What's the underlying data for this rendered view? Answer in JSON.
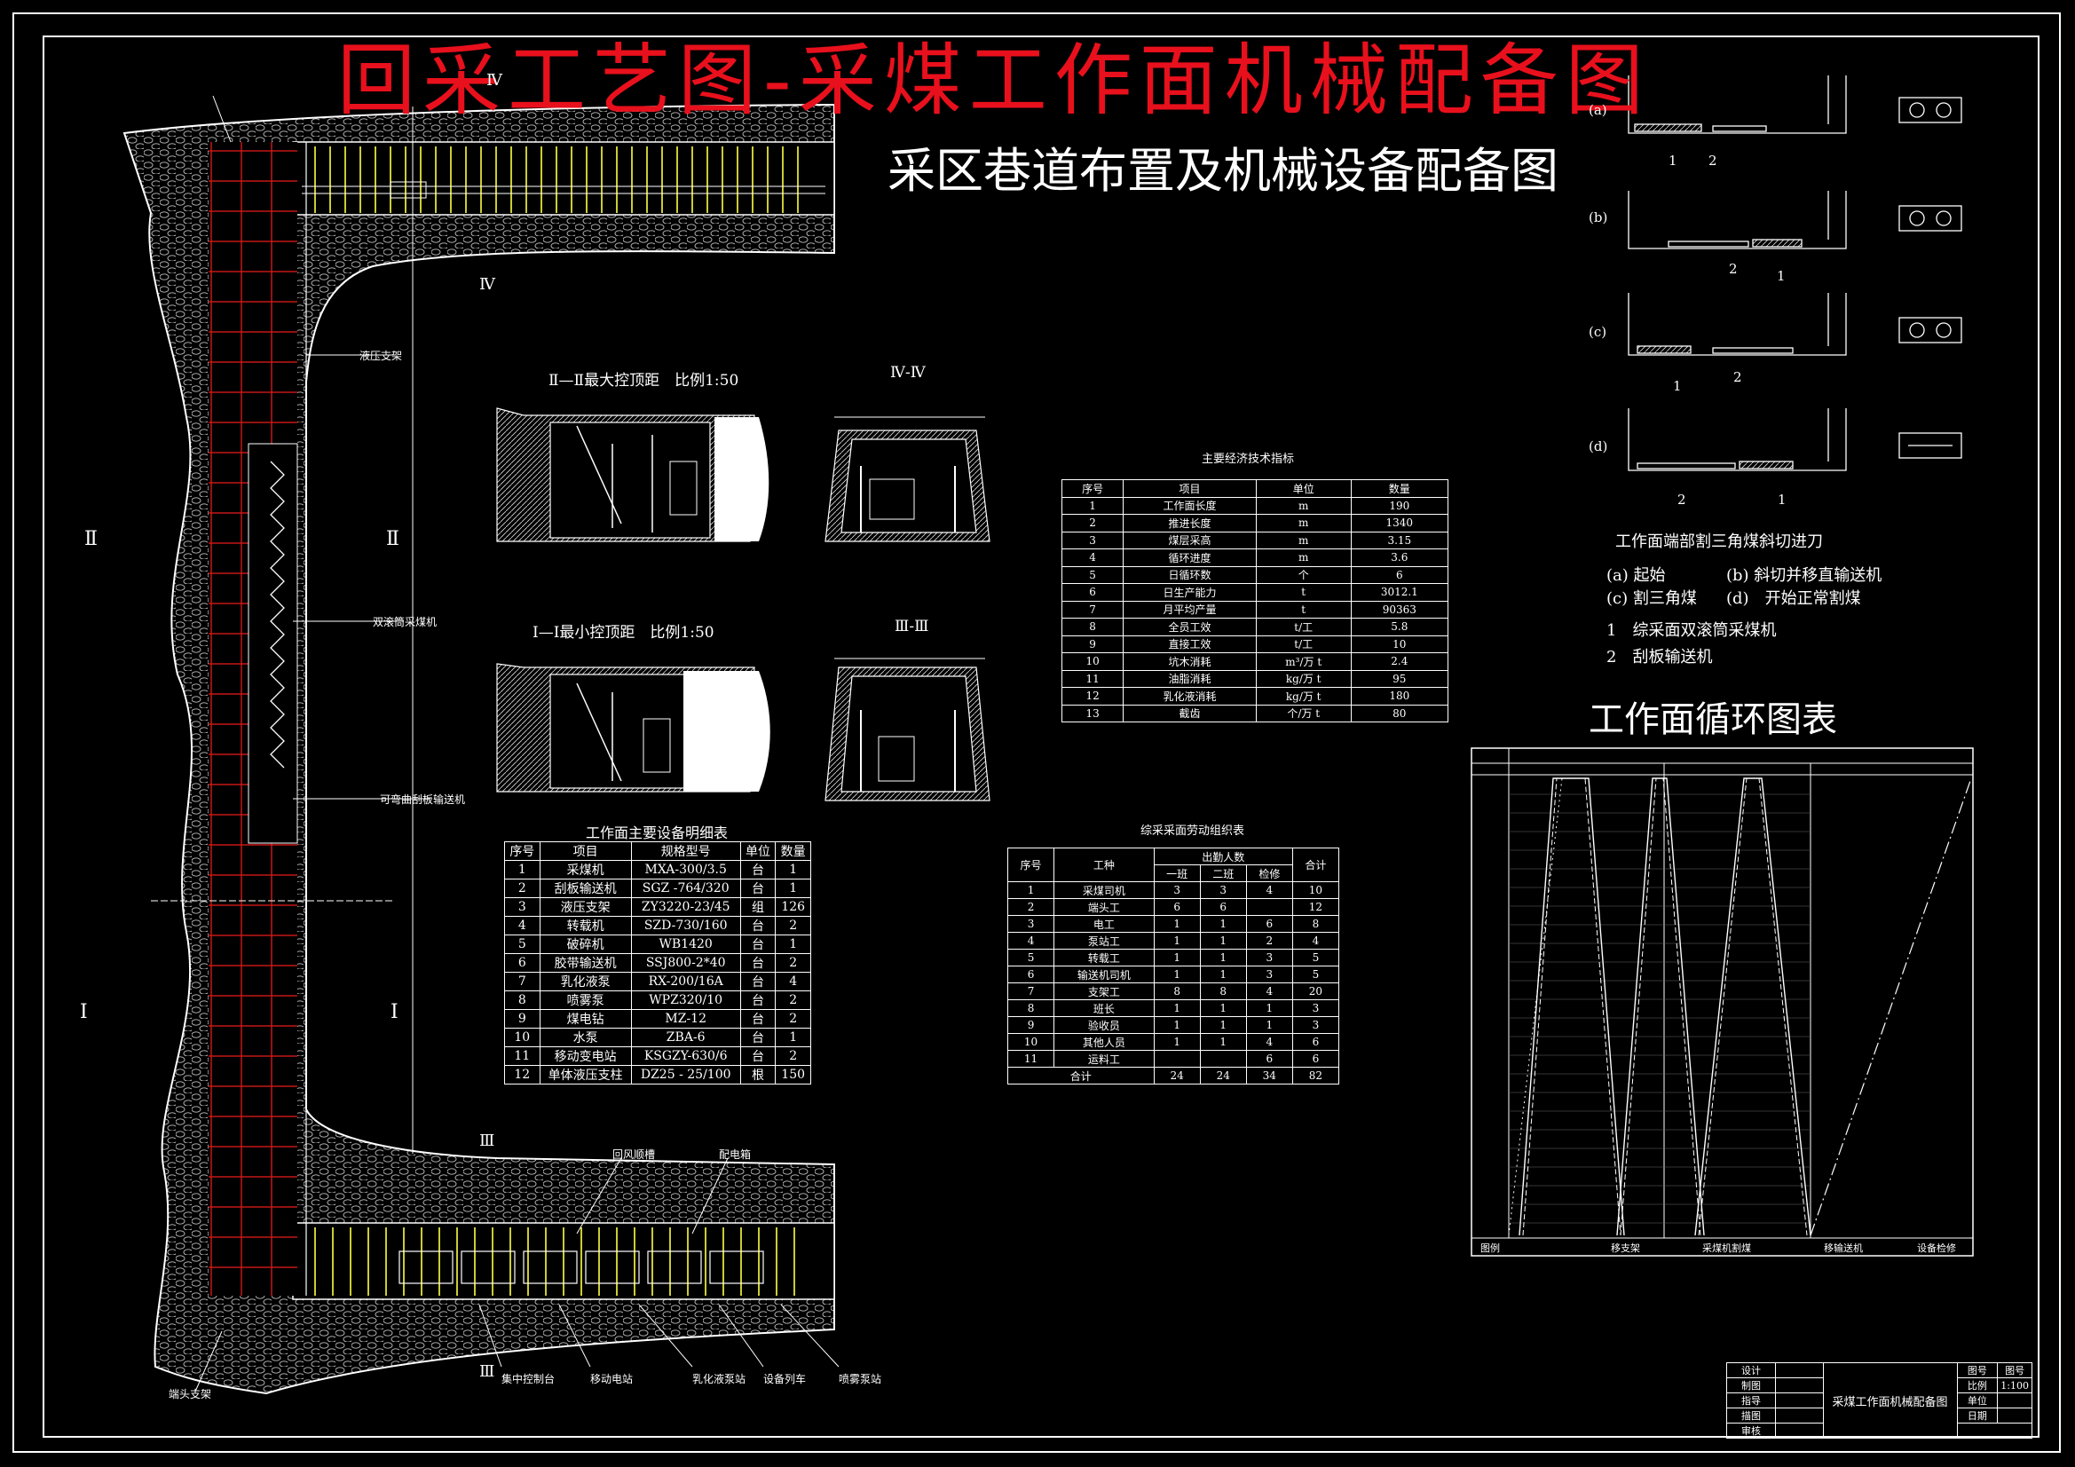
{
  "titles": {
    "main": "回采工艺图-采煤工作面机械配备图",
    "sub": "采区巷道布置及机械设备配备图",
    "cycle": "工作面循环图表"
  },
  "section_captions": {
    "max_span": "Ⅱ—Ⅱ最大控顶距　比例1:50",
    "min_span": "Ⅰ—Ⅰ最小控顶距　比例1:50",
    "sec4": "Ⅳ-Ⅳ",
    "sec3": "Ⅲ-Ⅲ"
  },
  "section_marks": {
    "IV_top": "Ⅳ",
    "IV_mid": "Ⅳ",
    "II_left": "Ⅱ",
    "II_right": "Ⅱ",
    "I_left": "Ⅰ",
    "I_right": "Ⅰ",
    "III_mid": "Ⅲ",
    "III_bot": "Ⅲ"
  },
  "labels": {
    "end_support": "端头支架",
    "hydraulic_support": "液压支架",
    "shearer": "双滚筒采煤机",
    "conveyor": "可弯曲刮板输送机",
    "return_air": "回风顺槽",
    "switch": "配电箱",
    "control_room": "集中控制台",
    "mobile_station": "移动电站",
    "emulsion_pump": "乳化液泵站",
    "equipment_train": "设备列车",
    "spray_pump": "喷雾泵站"
  },
  "end_cut": {
    "caption": "工作面端部割三角煤斜切进刀",
    "steps": [
      "(a)",
      "(b)",
      "(c)",
      "(d)"
    ],
    "legend": [
      "(a) 起始",
      "(b) 斜切并移直输送机",
      "(c) 割三角煤",
      "(d)　开始正常割煤",
      "1　综采面双滚筒采煤机",
      "2　刮板输送机"
    ],
    "n1": "1",
    "n2": "2"
  },
  "equipment_table": {
    "caption": "工作面主要设备明细表",
    "headers": [
      "序号",
      "项目",
      "规格型号",
      "单位",
      "数量"
    ],
    "rows": [
      [
        "1",
        "采煤机",
        "MXA-300/3.5",
        "台",
        "1"
      ],
      [
        "2",
        "刮板输送机",
        "SGZ -764/320",
        "台",
        "1"
      ],
      [
        "3",
        "液压支架",
        "ZY3220-23/45",
        "组",
        "126"
      ],
      [
        "4",
        "转载机",
        "SZD-730/160",
        "台",
        "2"
      ],
      [
        "5",
        "破碎机",
        "WB1420",
        "台",
        "1"
      ],
      [
        "6",
        "胶带输送机",
        "SSJ800-2*40",
        "台",
        "2"
      ],
      [
        "7",
        "乳化液泵",
        "RX-200/16A",
        "台",
        "4"
      ],
      [
        "8",
        "喷雾泵",
        "WPZ320/10",
        "台",
        "2"
      ],
      [
        "9",
        "煤电钻",
        "MZ-12",
        "台",
        "2"
      ],
      [
        "10",
        "水泵",
        "ZBA-6",
        "台",
        "1"
      ],
      [
        "11",
        "移动变电站",
        "KSGZY-630/6",
        "台",
        "2"
      ],
      [
        "12",
        "单体液压支柱",
        "DZ25 - 25/100",
        "根",
        "150"
      ]
    ]
  },
  "tech_table": {
    "caption": "主要经济技术指标",
    "headers": [
      "序号",
      "项目",
      "单位",
      "数量"
    ],
    "rows": [
      [
        "1",
        "工作面长度",
        "m",
        "190"
      ],
      [
        "2",
        "推进长度",
        "m",
        "1340"
      ],
      [
        "3",
        "煤层采高",
        "m",
        "3.15"
      ],
      [
        "4",
        "循环进度",
        "m",
        "3.6"
      ],
      [
        "5",
        "日循环数",
        "个",
        "6"
      ],
      [
        "6",
        "日生产能力",
        "t",
        "3012.1"
      ],
      [
        "7",
        "月平均产量",
        "t",
        "90363"
      ],
      [
        "8",
        "全员工效",
        "t/工",
        "5.8"
      ],
      [
        "9",
        "直接工效",
        "t/工",
        "10"
      ],
      [
        "10",
        "坑木消耗",
        "m³/万 t",
        "2.4"
      ],
      [
        "11",
        "油脂消耗",
        "kg/万 t",
        "95"
      ],
      [
        "12",
        "乳化液消耗",
        "kg/万 t",
        "180"
      ],
      [
        "13",
        "截齿",
        "个/万 t",
        "80"
      ]
    ]
  },
  "labor_table": {
    "caption": "综采采面劳动组织表",
    "headers": {
      "no": "序号",
      "job": "工种",
      "group": "出勤人数",
      "s1": "一班",
      "s2": "二班",
      "s3": "检修",
      "total": "合计"
    },
    "rows": [
      [
        "1",
        "采煤司机",
        "3",
        "3",
        "4",
        "10"
      ],
      [
        "2",
        "端头工",
        "6",
        "6",
        "",
        "12"
      ],
      [
        "3",
        "电工",
        "1",
        "1",
        "6",
        "8"
      ],
      [
        "4",
        "泵站工",
        "1",
        "1",
        "2",
        "4"
      ],
      [
        "5",
        "转载工",
        "1",
        "1",
        "3",
        "5"
      ],
      [
        "6",
        "输送机司机",
        "1",
        "1",
        "3",
        "5"
      ],
      [
        "7",
        "支架工",
        "8",
        "8",
        "4",
        "20"
      ],
      [
        "8",
        "班长",
        "1",
        "1",
        "1",
        "3"
      ],
      [
        "9",
        "验收员",
        "1",
        "1",
        "1",
        "3"
      ],
      [
        "10",
        "其他人员",
        "1",
        "1",
        "4",
        "6"
      ],
      [
        "11",
        "运料工",
        "",
        "",
        "6",
        "6"
      ]
    ],
    "total": [
      "合计",
      "24",
      "24",
      "34",
      "82"
    ]
  },
  "cycle_legend": {
    "l0": "图例",
    "l1": "移支架",
    "l2": "采煤机割煤",
    "l3": "移输送机",
    "l4": "设备检修"
  },
  "title_block": {
    "drawing_name": "采煤工作面机械配备图",
    "rows": [
      "设计",
      "制图",
      "指导",
      "描图",
      "审核"
    ],
    "right_labels": [
      "图号",
      "比例",
      "单位",
      "日期"
    ],
    "right_values": [
      "图号",
      "1:100",
      "",
      ""
    ]
  },
  "colors": {
    "title_red": "#e8101c",
    "support_red": "#c81414",
    "line": "#ffffff",
    "yellow": "#ffff40"
  }
}
